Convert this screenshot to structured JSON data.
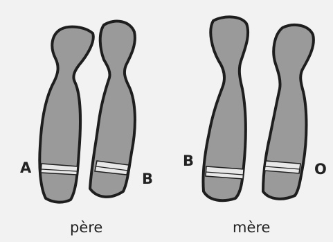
{
  "colors": {
    "chromosome_fill": "#9a9a9a",
    "chromosome_outline": "#1e1e1e",
    "band_fill": "#e8e8e8",
    "background": "#f2f2f2",
    "text": "#222222"
  },
  "father": {
    "caption": "père",
    "chromosomes": [
      {
        "allele": "A"
      },
      {
        "allele": "B"
      }
    ]
  },
  "mother": {
    "caption": "mère",
    "chromosomes": [
      {
        "allele": "B"
      },
      {
        "allele": "O"
      }
    ]
  }
}
